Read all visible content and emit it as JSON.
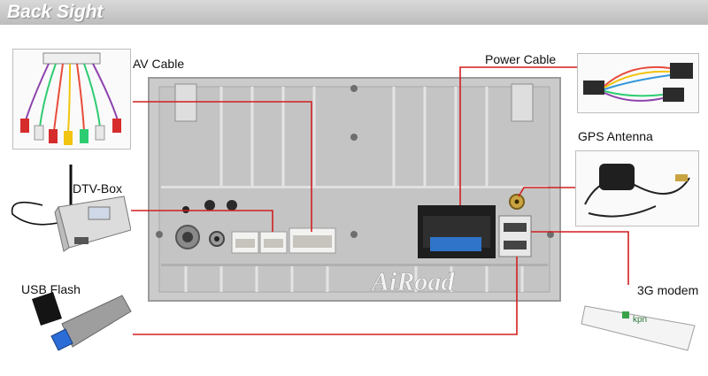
{
  "header": {
    "title": "Back Sight"
  },
  "labels": {
    "av_cable": "AV Cable",
    "power_cable": "Power Cable",
    "gps_antenna": "GPS Antenna",
    "dtv_box": "DTV-Box",
    "usb_flash": "USB Flash",
    "modem_3g": "3G modem"
  },
  "watermark": "AiRoad",
  "modem_brand": "kpn",
  "colors": {
    "callout_line": "#d21f1f",
    "panel": "#c9c9c9",
    "header": "#c8c8c8"
  }
}
